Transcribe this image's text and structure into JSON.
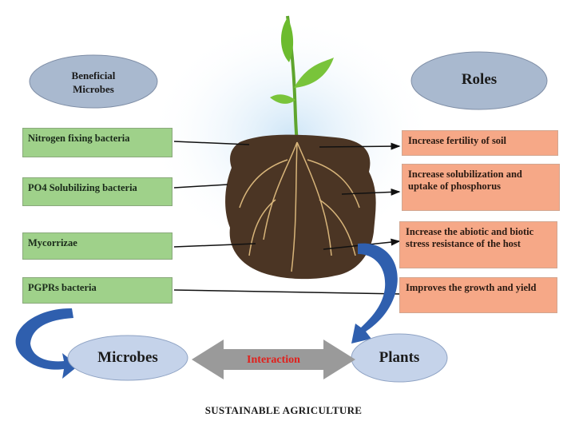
{
  "headers": {
    "left": "Beneficial Microbes",
    "right": "Roles"
  },
  "microbes": [
    "Nitrogen fixing bacteria",
    "PO4 Solubilizing bacteria",
    "Mycorrizae",
    "PGPRs bacteria"
  ],
  "roles": [
    "Increase fertility of soil",
    "Increase solubilization and uptake of phosphorus",
    "Increase the abiotic and biotic stress resistance of the host",
    "Improves the growth and yield"
  ],
  "bottom": {
    "left": "Microbes",
    "right": "Plants",
    "interaction": "Interaction"
  },
  "footer": "SUSTAINABLE AGRICULTURE",
  "colors": {
    "ellipse": "#a9b9cf",
    "green_box": "#9fd18a",
    "orange_box": "#f6a887",
    "arrow_blue": "#2f5fae",
    "interaction_red": "#e0201c"
  }
}
